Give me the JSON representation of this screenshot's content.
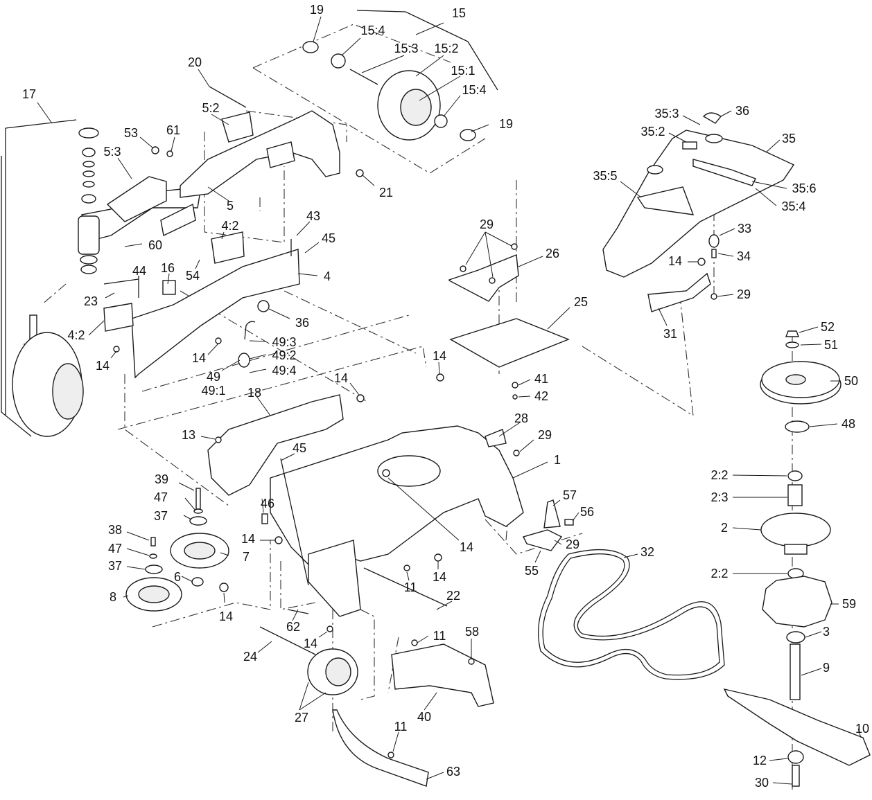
{
  "colors": {
    "ink": "#1a1a1a",
    "paper": "#ffffff"
  },
  "callouts": [
    {
      "id": "c19a",
      "text": "19"
    },
    {
      "id": "c15",
      "text": "15"
    },
    {
      "id": "c15_4a",
      "text": "15:4"
    },
    {
      "id": "c15_3",
      "text": "15:3"
    },
    {
      "id": "c15_2",
      "text": "15:2"
    },
    {
      "id": "c15_1",
      "text": "15:1"
    },
    {
      "id": "c15_4b",
      "text": "15:4"
    },
    {
      "id": "c19b",
      "text": "19"
    },
    {
      "id": "c20",
      "text": "20"
    },
    {
      "id": "c17",
      "text": "17"
    },
    {
      "id": "c5_2",
      "text": "5:2"
    },
    {
      "id": "c53",
      "text": "53"
    },
    {
      "id": "c61",
      "text": "61"
    },
    {
      "id": "c5_3",
      "text": "5:3"
    },
    {
      "id": "c21",
      "text": "21"
    },
    {
      "id": "c5",
      "text": "5"
    },
    {
      "id": "c43",
      "text": "43"
    },
    {
      "id": "c45a",
      "text": "45"
    },
    {
      "id": "c4_2a",
      "text": "4:2"
    },
    {
      "id": "c60",
      "text": "60"
    },
    {
      "id": "c54",
      "text": "54"
    },
    {
      "id": "c4",
      "text": "4"
    },
    {
      "id": "c44",
      "text": "44"
    },
    {
      "id": "c16",
      "text": "16"
    },
    {
      "id": "c23",
      "text": "23"
    },
    {
      "id": "c36a",
      "text": "36"
    },
    {
      "id": "c4_2b",
      "text": "4:2"
    },
    {
      "id": "c49_3",
      "text": "49:3"
    },
    {
      "id": "c49_2",
      "text": "49:2"
    },
    {
      "id": "c49_4",
      "text": "49:4"
    },
    {
      "id": "c14a",
      "text": "14"
    },
    {
      "id": "c14b",
      "text": "14"
    },
    {
      "id": "c49",
      "text": "49"
    },
    {
      "id": "c49_1",
      "text": "49:1"
    },
    {
      "id": "c29a",
      "text": "29"
    },
    {
      "id": "c26",
      "text": "26"
    },
    {
      "id": "c25",
      "text": "25"
    },
    {
      "id": "c14c",
      "text": "14"
    },
    {
      "id": "c14d",
      "text": "14"
    },
    {
      "id": "c18",
      "text": "18"
    },
    {
      "id": "c41",
      "text": "41"
    },
    {
      "id": "c42",
      "text": "42"
    },
    {
      "id": "c28",
      "text": "28"
    },
    {
      "id": "c29b",
      "text": "29"
    },
    {
      "id": "c13",
      "text": "13"
    },
    {
      "id": "c45b",
      "text": "45"
    },
    {
      "id": "c1",
      "text": "1"
    },
    {
      "id": "c39",
      "text": "39"
    },
    {
      "id": "c47a",
      "text": "47"
    },
    {
      "id": "c37a",
      "text": "37"
    },
    {
      "id": "c46",
      "text": "46"
    },
    {
      "id": "c38",
      "text": "38"
    },
    {
      "id": "c14e",
      "text": "14"
    },
    {
      "id": "c47b",
      "text": "47"
    },
    {
      "id": "c7",
      "text": "7"
    },
    {
      "id": "c37b",
      "text": "37"
    },
    {
      "id": "c6",
      "text": "6"
    },
    {
      "id": "c8",
      "text": "8"
    },
    {
      "id": "c14f",
      "text": "14"
    },
    {
      "id": "c14g",
      "text": "14"
    },
    {
      "id": "c14h",
      "text": "14"
    },
    {
      "id": "c11a",
      "text": "11"
    },
    {
      "id": "c22",
      "text": "22"
    },
    {
      "id": "c62",
      "text": "62"
    },
    {
      "id": "c14i",
      "text": "14"
    },
    {
      "id": "c11b",
      "text": "11"
    },
    {
      "id": "c58",
      "text": "58"
    },
    {
      "id": "c24",
      "text": "24"
    },
    {
      "id": "c27",
      "text": "27"
    },
    {
      "id": "c40",
      "text": "40"
    },
    {
      "id": "c11c",
      "text": "11"
    },
    {
      "id": "c63",
      "text": "63"
    },
    {
      "id": "c35_3",
      "text": "35:3"
    },
    {
      "id": "c36b",
      "text": "36"
    },
    {
      "id": "c35_2",
      "text": "35:2"
    },
    {
      "id": "c35",
      "text": "35"
    },
    {
      "id": "c35_5",
      "text": "35:5"
    },
    {
      "id": "c35_6",
      "text": "35:6"
    },
    {
      "id": "c35_4",
      "text": "35:4"
    },
    {
      "id": "c33",
      "text": "33"
    },
    {
      "id": "c14j",
      "text": "14"
    },
    {
      "id": "c34",
      "text": "34"
    },
    {
      "id": "c29c",
      "text": "29"
    },
    {
      "id": "c31",
      "text": "31"
    },
    {
      "id": "c52",
      "text": "52"
    },
    {
      "id": "c51",
      "text": "51"
    },
    {
      "id": "c50",
      "text": "50"
    },
    {
      "id": "c48",
      "text": "48"
    },
    {
      "id": "c2_2a",
      "text": "2:2"
    },
    {
      "id": "c2_3",
      "text": "2:3"
    },
    {
      "id": "c2",
      "text": "2"
    },
    {
      "id": "c2_2b",
      "text": "2:2"
    },
    {
      "id": "c59",
      "text": "59"
    },
    {
      "id": "c3",
      "text": "3"
    },
    {
      "id": "c9",
      "text": "9"
    },
    {
      "id": "c57",
      "text": "57"
    },
    {
      "id": "c56",
      "text": "56"
    },
    {
      "id": "c29d",
      "text": "29"
    },
    {
      "id": "c55",
      "text": "55"
    },
    {
      "id": "c32",
      "text": "32"
    },
    {
      "id": "c10",
      "text": "10"
    },
    {
      "id": "c12",
      "text": "12"
    },
    {
      "id": "c30",
      "text": "30"
    }
  ]
}
